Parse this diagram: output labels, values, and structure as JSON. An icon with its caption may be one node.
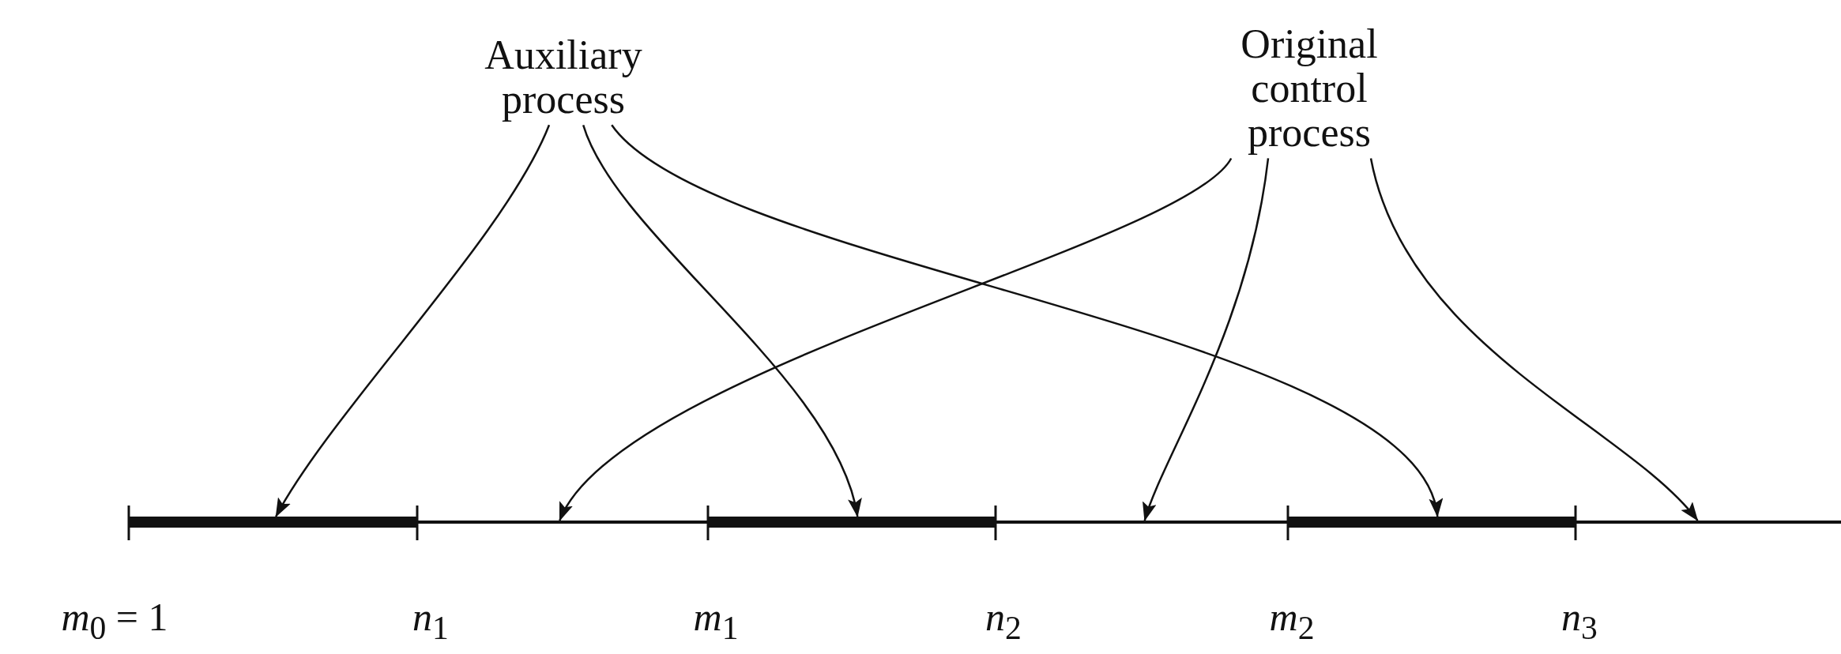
{
  "diagram": {
    "nodes": [
      {
        "text": [
          "Auxiliary process"
        ]
      },
      {
        "text": [
          "Original control process"
        ]
      },
      {
        "text": [],
        "shape": "bar"
      },
      {
        "text": [],
        "shape": "bar"
      },
      {
        "text": [],
        "shape": "bar"
      },
      {
        "text": [],
        "shape": "bar"
      },
      {
        "text": [],
        "shape": "bar"
      },
      {
        "text": [],
        "shape": "bar"
      }
    ],
    "edges": [
      {
        "from": 0,
        "to": 2,
        "arrow": "to"
      },
      {
        "from": 0,
        "to": 4,
        "arrow": "to"
      },
      {
        "from": 0,
        "to": 6,
        "arrow": "to"
      },
      {
        "from": 1,
        "to": 3,
        "arrow": "to"
      },
      {
        "from": 1,
        "to": 5,
        "arrow": "to"
      },
      {
        "from": 1,
        "to": 7,
        "arrow": "to"
      }
    ],
    "labels": [
      "*m*$_{0}$ = 1",
      "*n*$_{1}$",
      "*m*$_{1}$",
      "*n*$_{2}$",
      "*m*$_{2}$",
      "*n*$_{3}$"
    ]
  }
}
